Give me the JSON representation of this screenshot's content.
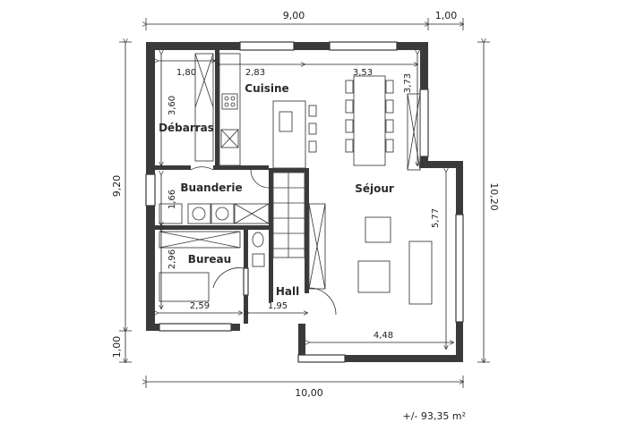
{
  "rooms": {
    "debarras": "Débarras",
    "cuisine": "Cuisine",
    "buanderie": "Buanderie",
    "sejour": "Séjour",
    "bureau": "Bureau",
    "hall": "Hall"
  },
  "dimensions": {
    "top_total": "9,00",
    "top_extra": "1,00",
    "bottom_total": "10,00",
    "left_total": "9,20",
    "left_bottom": "1,00",
    "right_total": "10,20",
    "debarras_width": "1,80",
    "cuisine_width": "2,83",
    "sejour_top_width": "3,53",
    "sejour_top_depth": "3,73",
    "debarras_depth": "3,60",
    "buanderie_depth": "1,66",
    "bureau_depth": "2,96",
    "bureau_width": "2,59",
    "hall_width": "1,95",
    "sejour_depth": "5,77",
    "sejour_bottom_width": "4,48"
  },
  "area": "+/- 93,35 m²"
}
